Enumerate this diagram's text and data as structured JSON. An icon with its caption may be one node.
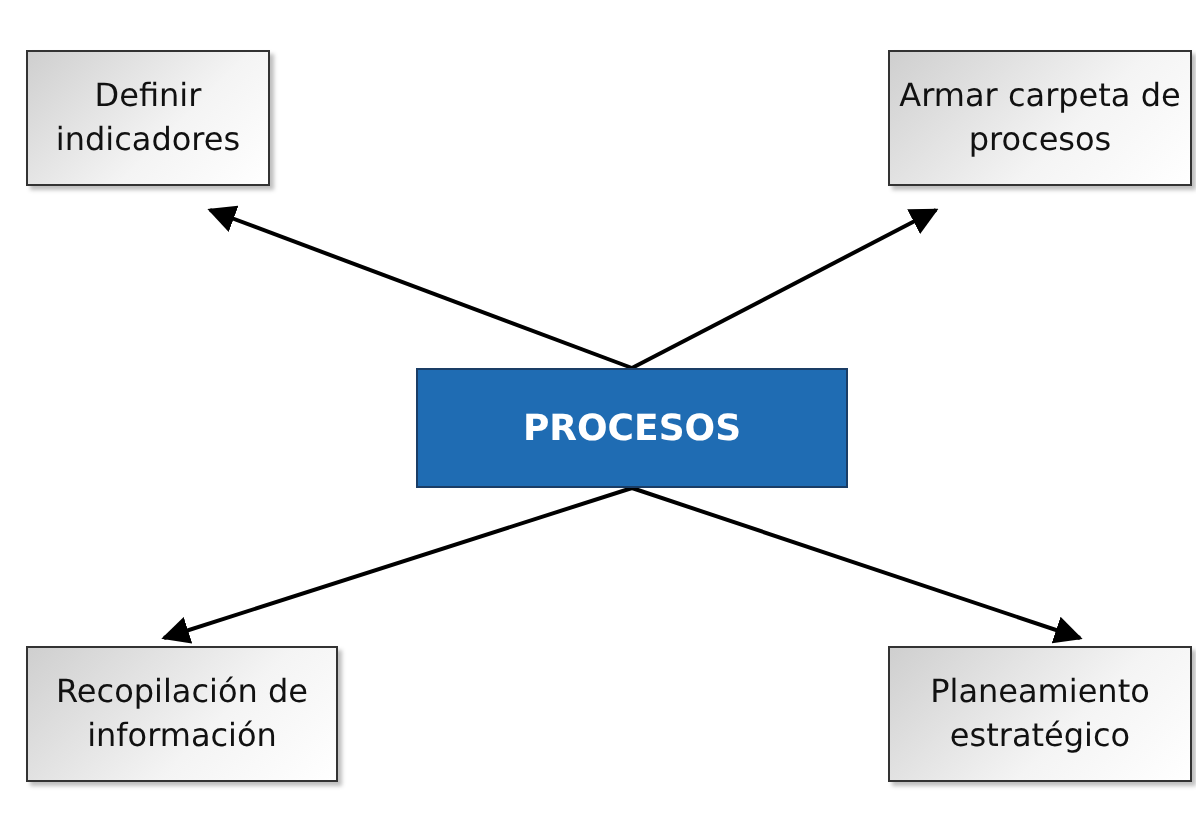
{
  "diagram": {
    "nodes": [
      {
        "text": [
          "Definir indicadores"
        ]
      },
      {
        "text": [
          "Armar carpeta de procesos"
        ]
      },
      {
        "text": [
          "PROCESOS"
        ]
      },
      {
        "text": [
          "Recopilación de información"
        ]
      },
      {
        "text": [
          "Planeamiento estratégico"
        ]
      }
    ],
    "edges": [
      {
        "from": 2,
        "to": 0,
        "arrow": "to"
      },
      {
        "from": 2,
        "to": 1,
        "arrow": "to"
      },
      {
        "from": 2,
        "to": 3,
        "arrow": "to"
      },
      {
        "from": 2,
        "to": 4,
        "arrow": "to"
      }
    ]
  }
}
